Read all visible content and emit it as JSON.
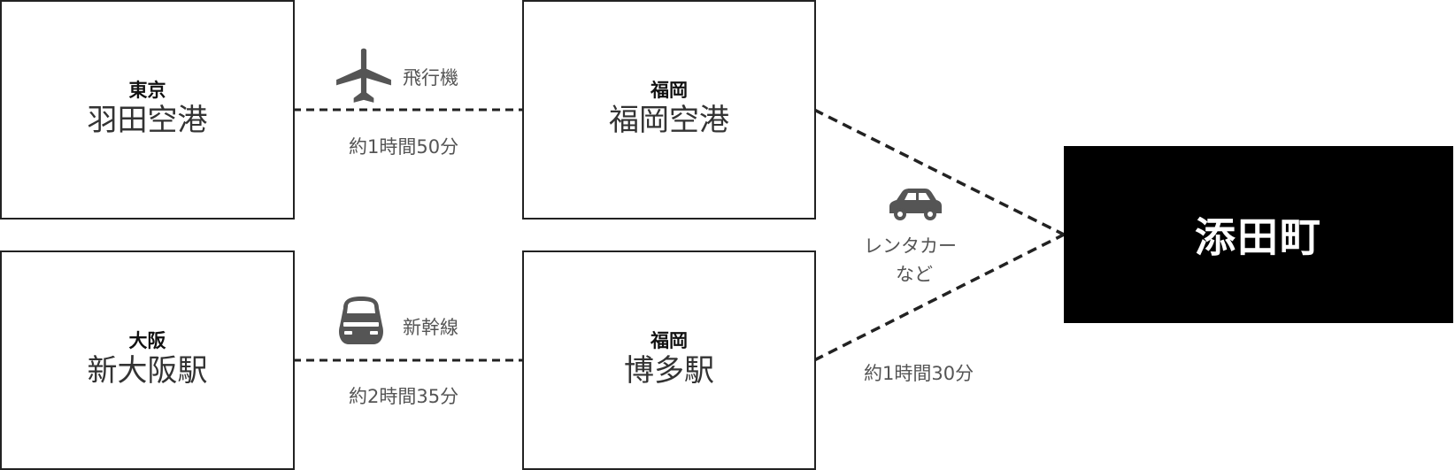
{
  "routes": {
    "tokyo": {
      "region": "東京",
      "place": "羽田空港"
    },
    "osaka": {
      "region": "大阪",
      "place": "新大阪駅"
    },
    "fukuoka_airport": {
      "region": "福岡",
      "place": "福岡空港"
    },
    "hakata": {
      "region": "福岡",
      "place": "博多駅"
    }
  },
  "destination": {
    "name": "添田町"
  },
  "legs": {
    "plane": {
      "mode": "飛行機",
      "time": "約1時間50分",
      "icon": "airplane-icon"
    },
    "shinkansen": {
      "mode": "新幹線",
      "time": "約2時間35分",
      "icon": "bullet-train-icon"
    },
    "car": {
      "mode_line1": "レンタカー",
      "mode_line2": "など",
      "time": "約1時間30分",
      "icon": "car-icon"
    }
  }
}
